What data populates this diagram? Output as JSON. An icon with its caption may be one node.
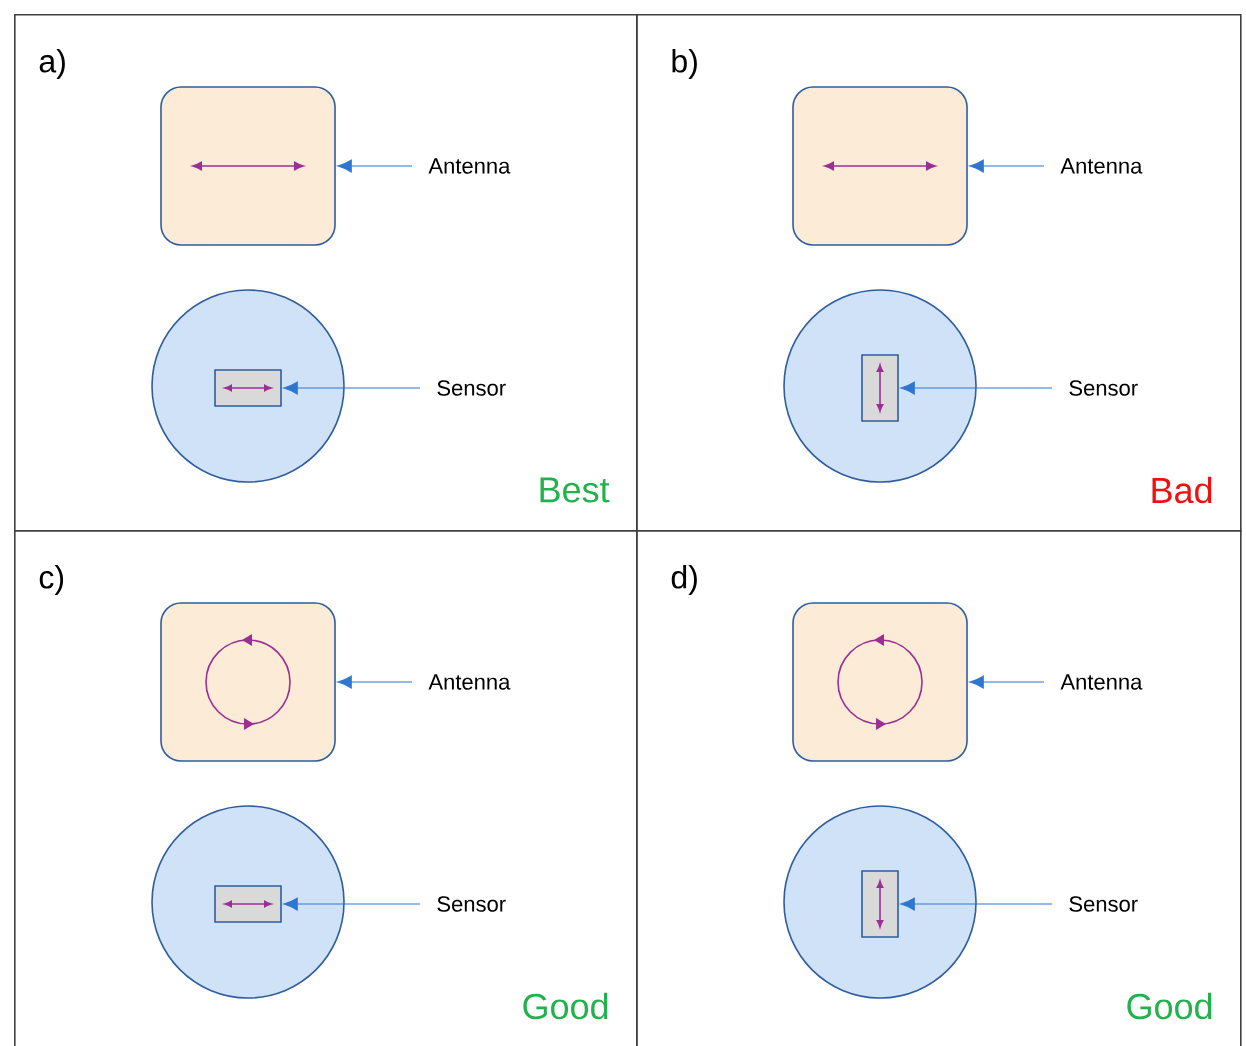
{
  "diagram": {
    "nodes": [
      {
        "text": [
          "a)",
          "Best"
        ]
      },
      {
        "text": [],
        "shape": "box",
        "in": 0
      },
      {
        "text": [
          "Antenna"
        ],
        "in": 0
      },
      {
        "text": [],
        "shape": "circle",
        "in": 0
      },
      {
        "text": [],
        "shape": "box",
        "in": 3
      },
      {
        "text": [
          "Sensor"
        ],
        "in": 0
      },
      {
        "text": [
          "b)",
          "Bad"
        ]
      },
      {
        "text": [],
        "shape": "box",
        "in": 6
      },
      {
        "text": [
          "Antenna"
        ],
        "in": 6
      },
      {
        "text": [],
        "shape": "circle",
        "in": 6
      },
      {
        "text": [],
        "shape": "box",
        "in": 9
      },
      {
        "text": [
          "Sensor"
        ],
        "in": 6
      },
      {
        "text": [
          "c)",
          "Good"
        ]
      },
      {
        "text": [],
        "shape": "box",
        "in": 12
      },
      {
        "text": [
          "Antenna"
        ],
        "in": 12
      },
      {
        "text": [],
        "shape": "circle",
        "in": 12
      },
      {
        "text": [],
        "shape": "box",
        "in": 15
      },
      {
        "text": [
          "Sensor"
        ],
        "in": 12
      },
      {
        "text": [
          "d)",
          "Good"
        ]
      },
      {
        "text": [],
        "shape": "box",
        "in": 18
      },
      {
        "text": [
          "Antenna"
        ],
        "in": 18
      },
      {
        "text": [],
        "shape": "circle",
        "in": 18
      },
      {
        "text": [],
        "shape": "box",
        "in": 21
      },
      {
        "text": [
          "Sensor"
        ],
        "in": 18
      }
    ],
    "edges": [
      {
        "from": 2,
        "to": 1,
        "arrow": "to"
      },
      {
        "from": 5,
        "to": 4,
        "arrow": "to"
      },
      {
        "from": 8,
        "to": 7,
        "arrow": "to"
      },
      {
        "from": 11,
        "to": 10,
        "arrow": "to"
      },
      {
        "from": 14,
        "to": 13,
        "arrow": "to"
      },
      {
        "from": 17,
        "to": 16,
        "arrow": "to"
      },
      {
        "from": 20,
        "to": 19,
        "arrow": "to"
      },
      {
        "from": 23,
        "to": 22,
        "arrow": "to"
      }
    ]
  }
}
